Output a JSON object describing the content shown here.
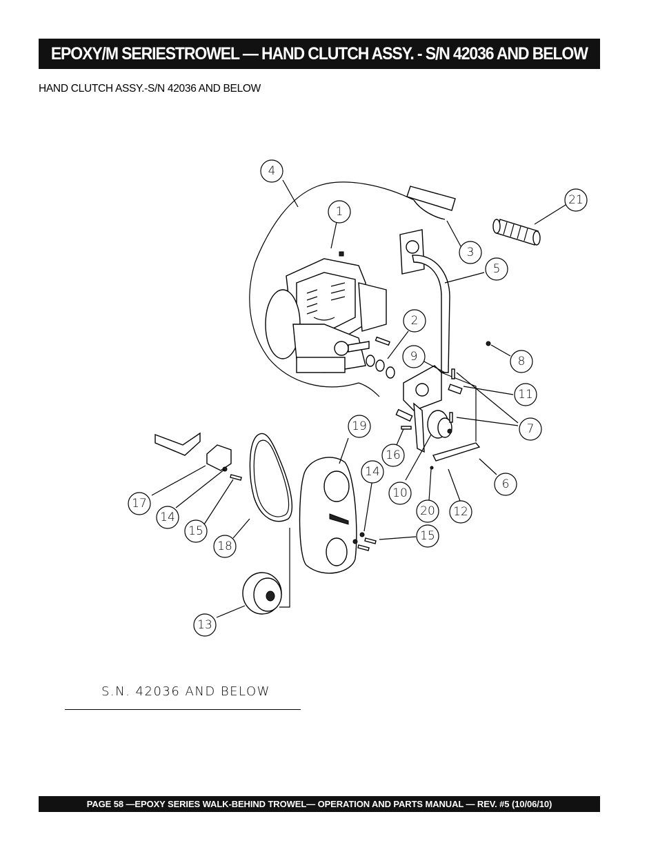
{
  "header": {
    "title": "EPOXY/M SERIESTROWEL — HAND CLUTCH ASSY. - S/N 42036 AND BELOW"
  },
  "subtitle": "HAND CLUTCH ASSY.-S/N 42036 AND BELOW",
  "diagram": {
    "callouts": [
      "4",
      "1",
      "21",
      "3",
      "5",
      "2",
      "9",
      "8",
      "11",
      "7",
      "19",
      "16",
      "14",
      "10",
      "6",
      "17",
      "14",
      "15",
      "18",
      "20",
      "12",
      "15",
      "13"
    ],
    "serial_label": "S.N. 42036 AND BELOW"
  },
  "footer": {
    "text": "PAGE 58 —EPOXY  SERIES WALK-BEHIND TROWEL— OPERATION AND PARTS MANUAL — REV. #5 (10/06/10)"
  }
}
